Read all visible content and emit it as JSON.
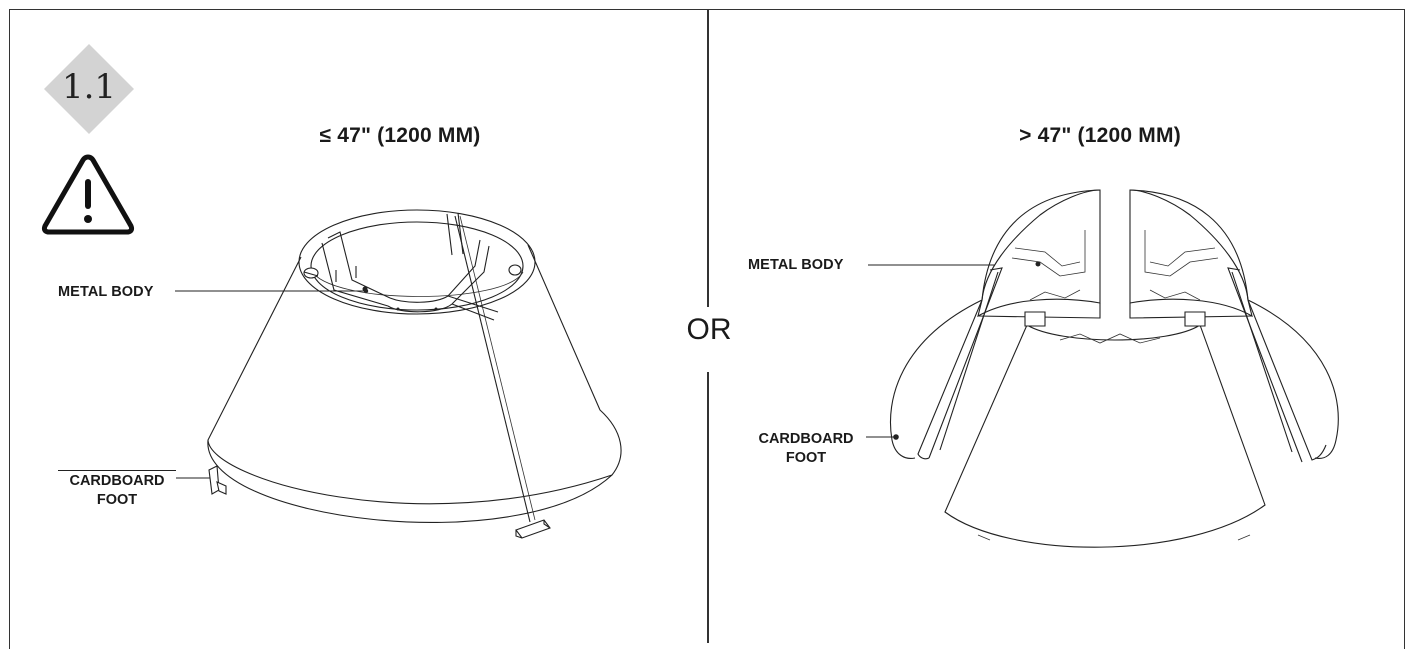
{
  "step": {
    "number": "1.1",
    "badge_color": "#d3d3d3"
  },
  "warning": {
    "icon": "warning-triangle-icon"
  },
  "left_panel": {
    "heading": "≤ 47\" (1200 MM)",
    "labels": {
      "metal_body": "METAL BODY",
      "cardboard_line1": "CARDBOARD",
      "cardboard_line2": "FOOT"
    }
  },
  "separator": {
    "text": "OR"
  },
  "right_panel": {
    "heading": "> 47\" (1200 MM)",
    "labels": {
      "metal_body": "METAL BODY",
      "cardboard_line1": "CARDBOARD",
      "cardboard_line2": "FOOT"
    }
  }
}
